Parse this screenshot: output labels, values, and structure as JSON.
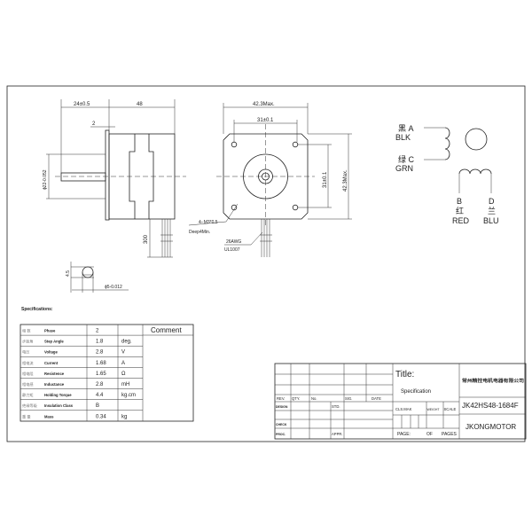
{
  "drawing": {
    "side_view": {
      "shaft_length": "24±0.5",
      "body_length": "48",
      "flange_thickness": "2",
      "pilot_diameter": "ϕ22-0.052",
      "lead_length": "300"
    },
    "front_view": {
      "width": "42.3Max.",
      "hole_spacing_h": "31±0.1",
      "hole_spacing_v": "31±0.1",
      "height": "42.3Max.",
      "holes_note_1": "4−M3*0.5",
      "holes_note_2": "Deep4Min.",
      "wire_note_1": "26AWG",
      "wire_note_2": "UL1007"
    },
    "shaft_section": {
      "flat": "4.5",
      "diameter": "ϕ5-0.012"
    },
    "wiring": {
      "a": "黑 A",
      "a_color": "BLK",
      "c": "绿 C",
      "c_color": "GRN",
      "b": "B",
      "b_cn": "红",
      "b_color": "RED",
      "d": "D",
      "d_cn": "兰",
      "d_color": "BLU"
    }
  },
  "specifications": {
    "heading": "Specifications:",
    "comment_header": "Comment",
    "rows": [
      {
        "cn": "相  数",
        "name": "Phase",
        "value": "2",
        "unit": ""
      },
      {
        "cn": "步距角",
        "name": "Step Angle",
        "value": "1.8",
        "unit": "deg."
      },
      {
        "cn": "电压",
        "name": "Voltage",
        "value": "2.8",
        "unit": "V"
      },
      {
        "cn": "相电流",
        "name": "Current",
        "value": "1.68",
        "unit": "A"
      },
      {
        "cn": "相电阻",
        "name": "Resistence",
        "value": "1.65",
        "unit": "Ω"
      },
      {
        "cn": "相电感",
        "name": "Inductance",
        "value": "2.8",
        "unit": "mH"
      },
      {
        "cn": "静力矩",
        "name": "Holding Torque",
        "value": "4.4",
        "unit": "kg.cm"
      },
      {
        "cn": "绝缘等级",
        "name": "Insulation Class",
        "value": "B",
        "unit": ""
      },
      {
        "cn": "重  量",
        "name": "Mass",
        "value": "0.34",
        "unit": "kg"
      }
    ]
  },
  "title_block": {
    "rev": "REV.",
    "qty": "QTY.",
    "no": "No.",
    "sig": "SIG.",
    "date": "DATE",
    "design": "DESIGN",
    "std": "STD.",
    "check": "CHECK",
    "proc": "PROC.",
    "appr": "APPR.",
    "title_label": "Title:",
    "title_value": "Specification",
    "cls_mak": "CLS.MAK",
    "weight": "WEIGHT",
    "scale": "SCALE",
    "page": "PAGE:",
    "of": "OF",
    "pages": "PAGES",
    "company": "常州精控电机电器有限公司",
    "model": "JK42HS48-1684F",
    "brand": "JKONGMOTOR"
  }
}
